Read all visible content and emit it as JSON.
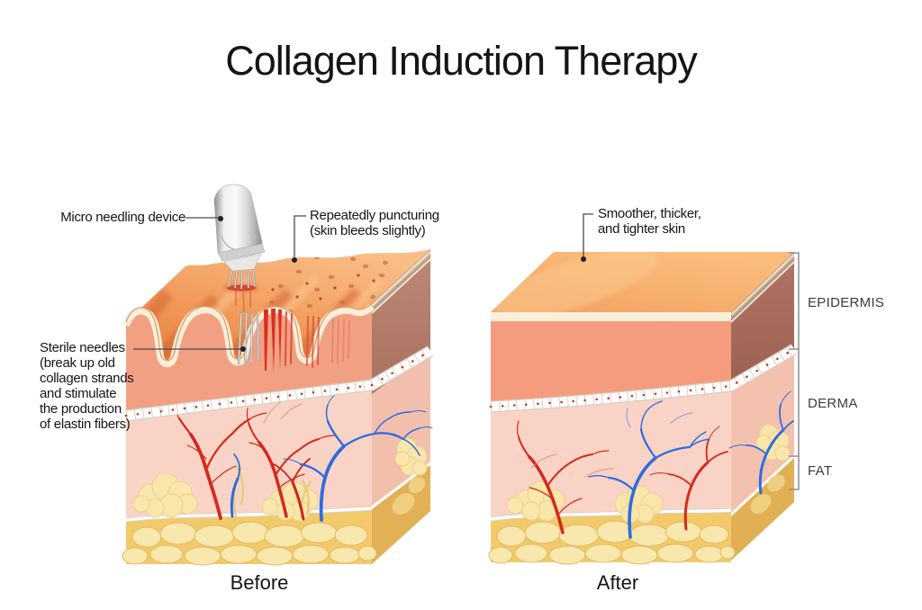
{
  "title": "Collagen Induction Therapy",
  "before": {
    "caption": "Before",
    "label_device": "Micro needling device",
    "label_puncturing": "Repeatedly puncturing\n(skin bleeds slightly)",
    "label_needles": "Sterile needles\n(break up old\ncollagen strands\nand stimulate\nthe production\nof elastin fibers)"
  },
  "after": {
    "caption": "After",
    "label_skin": "Smoother, thicker,\nand tighter skin",
    "layer_labels": [
      "EPIDERMIS",
      "DERMA",
      "FAT"
    ]
  },
  "colors": {
    "background": "#ffffff",
    "wrinkled_skin_orange": "#f09a5b",
    "smooth_skin_orange": "#fbb673",
    "epidermis_salmon": "#f59c7e",
    "epidermis_side_brown": "#a96e5e",
    "derma_pink": "#f9d4c6",
    "membrane_white": "#ffffff",
    "fat_yellow": "#f2ca6a",
    "fat_lobule_yellow": "#f8e7ac",
    "vessel_red": "#d6281e",
    "vessel_blue": "#2f6ce0",
    "cream_band": "#f8efd9",
    "device_gray": "#d9d9d9",
    "annotation_line": "#4a4a4a"
  }
}
